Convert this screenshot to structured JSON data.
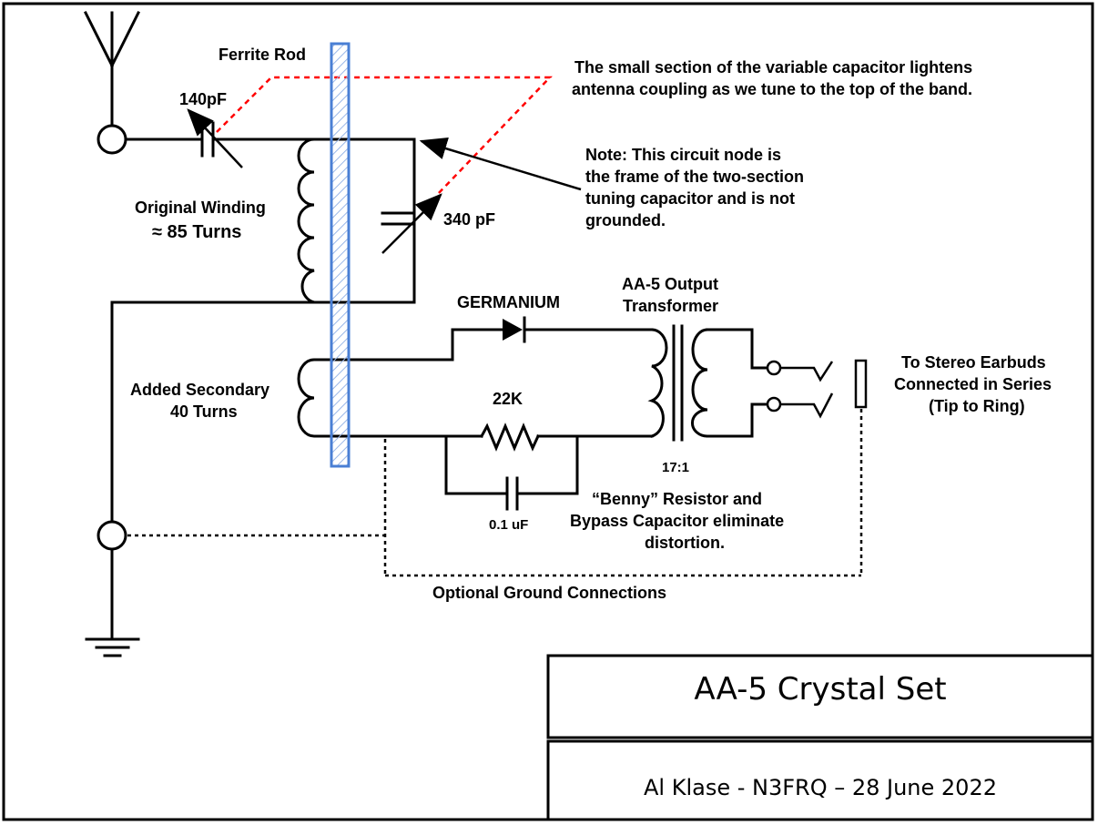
{
  "labels": {
    "ferrite_rod": "Ferrite Rod",
    "antenna_note_line1": "The small section of the variable capacitor lightens",
    "antenna_note_line2": "antenna coupling as we tune to the top of the band.",
    "cap_140": "140pF",
    "node_note_line1": "Note:  This circuit node is",
    "node_note_line2": "the frame of the two-section",
    "node_note_line3": "tuning capacitor and is not",
    "node_note_line4": "grounded.",
    "original_winding_line1": "Original Winding",
    "original_winding_line2": "≈ 85 Turns",
    "cap_340": "340 pF",
    "germanium": "GERMANIUM",
    "transformer_line1": "AA-5 Output",
    "transformer_line2": "Transformer",
    "earbuds_line1": "To Stereo Earbuds",
    "earbuds_line2": "Connected in Series",
    "earbuds_line3": "(Tip to Ring)",
    "secondary_line1": "Added Secondary",
    "secondary_line2": "40 Turns",
    "resistor_22k": "22K",
    "ratio": "17:1",
    "benny_line1": "“Benny” Resistor and",
    "benny_line2": "Bypass Capacitor eliminate",
    "benny_line3": "distortion.",
    "cap_01": "0.1 uF",
    "optional_ground": "Optional Ground Connections"
  },
  "title_block": {
    "title": "AA-5 Crystal Set",
    "author": "Al Klase - N3FRQ – 28 June 2022"
  },
  "colors": {
    "ferrite_rod": "#4a7fd4",
    "ferrite_hatch": "#9bb8e8",
    "annotation_dash": "#ff0000"
  }
}
